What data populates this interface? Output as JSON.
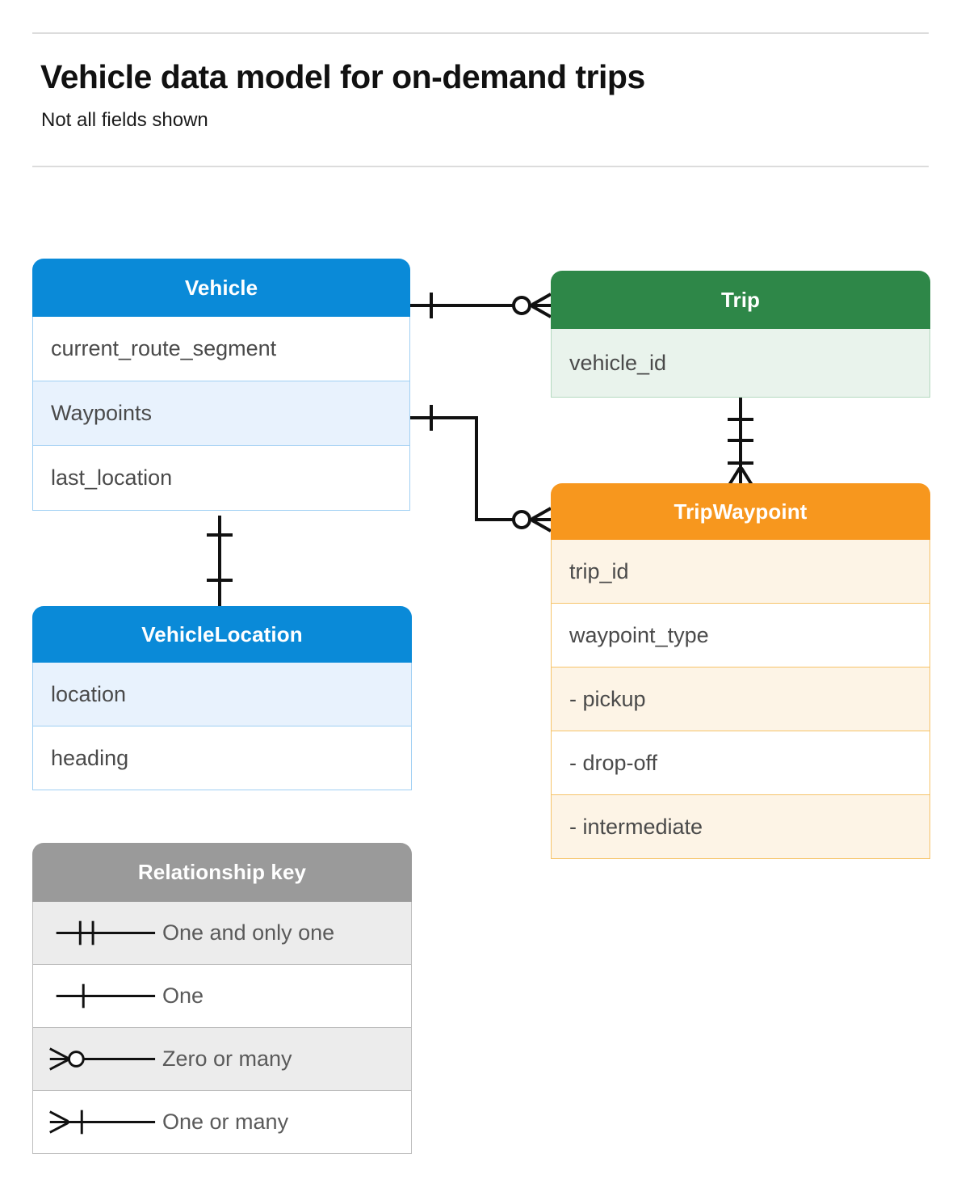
{
  "header": {
    "title": "Vehicle data model for on-demand trips",
    "subtitle": "Not all fields shown"
  },
  "entities": [
    {
      "id": "vehicle",
      "name": "Vehicle",
      "color": "#0a8ad8",
      "fields": [
        {
          "label": "current_route_segment",
          "highlight": false
        },
        {
          "label": "Waypoints",
          "highlight": true
        },
        {
          "label": "last_location",
          "highlight": false
        }
      ]
    },
    {
      "id": "trip",
      "name": "Trip",
      "color": "#2e8748",
      "fields": [
        {
          "label": "vehicle_id",
          "highlight": true
        }
      ]
    },
    {
      "id": "tripwaypoint",
      "name": "TripWaypoint",
      "color": "#f7971e",
      "fields": [
        {
          "label": "trip_id",
          "highlight": true
        },
        {
          "label": "waypoint_type",
          "highlight": false
        },
        {
          "label": "-  pickup",
          "highlight": true
        },
        {
          "label": "-  drop-off",
          "highlight": false
        },
        {
          "label": "-  intermediate",
          "highlight": true
        }
      ]
    },
    {
      "id": "vehiclelocation",
      "name": "VehicleLocation",
      "color": "#0a8ad8",
      "fields": [
        {
          "label": "location",
          "highlight": true
        },
        {
          "label": "heading",
          "highlight": false
        }
      ]
    }
  ],
  "legend": {
    "title": "Relationship key",
    "color": "#9a9a9a",
    "items": [
      {
        "symbol": "one-and-only-one",
        "label": "One and only one"
      },
      {
        "symbol": "one",
        "label": "One"
      },
      {
        "symbol": "zero-or-many",
        "label": "Zero or many"
      },
      {
        "symbol": "one-or-many",
        "label": "One or many"
      }
    ]
  },
  "relationships": [
    {
      "from": "Vehicle",
      "to": "Trip",
      "from_cardinality": "one",
      "to_cardinality": "zero-or-many"
    },
    {
      "from": "Vehicle.Waypoints",
      "to": "TripWaypoint",
      "from_cardinality": "one",
      "to_cardinality": "zero-or-many"
    },
    {
      "from": "Trip",
      "to": "TripWaypoint",
      "from_cardinality": "one-and-only-one",
      "to_cardinality": "one-or-many"
    },
    {
      "from": "Vehicle",
      "to": "VehicleLocation",
      "from_cardinality": "one",
      "to_cardinality": "one"
    }
  ]
}
